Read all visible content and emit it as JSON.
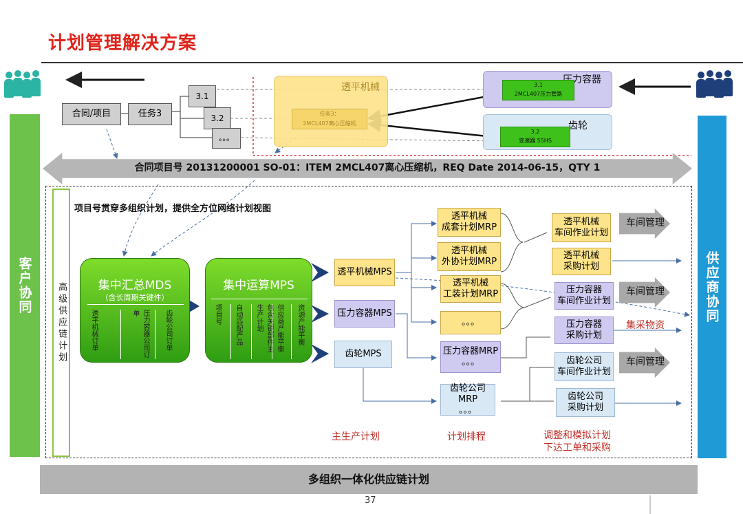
{
  "title": "计划管理解决方案",
  "left_bar": "客户协同",
  "right_bar": "供应商协同",
  "top": {
    "contract": "合同/项目",
    "task3": "任务3",
    "sub31": "3.1",
    "sub32": "3.2",
    "subdots": "。。。",
    "center_label": "透平机械",
    "center_task_l1": "任务3：",
    "center_task_l2": "2MCL407离心压缩机",
    "pressure_label": "压力容器",
    "pressure_sub_l1": "3.1",
    "pressure_sub_l2": "2MCL407压力管路",
    "gear_label": "齿轮",
    "gear_sub_l1": "3.2",
    "gear_sub_l2": "变速器 55HS"
  },
  "banner": "合同项目号 20131200001 SO-01：ITEM 2MCL407离心压缩机，REQ Date 2014-06-15，QTY 1",
  "section_note": "项目号贯穿多组织计划，提供全方位网络计划视图",
  "vertical_box": "高级供应链计划",
  "mds": {
    "title": "集中汇总MDS",
    "subtitle": "（含长周期关键件）",
    "cols": [
      "透平机械订单",
      "压力容器公司订单",
      "齿轮公司订单"
    ]
  },
  "mps_center": {
    "title": "集中运算MPS",
    "cols": [
      "项目号",
      "自动匹配产品",
      "包含关键部件主生产计划",
      "供应商产能平衡",
      "资源产能平衡"
    ]
  },
  "mps": {
    "turbine": "透平机械MPS",
    "pressure": "压力容器MPS",
    "gear": "齿轮MPS"
  },
  "mrp": {
    "t1_l1": "透平机械",
    "t1_l2": "成套计划MRP",
    "t2_l1": "透平机械",
    "t2_l2": "外协计划MRP",
    "t3_l1": "透平机械",
    "t3_l2": "工装计划MRP",
    "dots": "。。。",
    "pressure_l1": "压力容器MRP",
    "pressure_l2": "。。。",
    "gear_l1": "齿轮公司MRP",
    "gear_l2": "。。。"
  },
  "plans": {
    "p1_l1": "透平机械",
    "p1_l2": "车间作业计划",
    "p2_l1": "透平机械",
    "p2_l2": "采购计划",
    "p3_l1": "压力容器",
    "p3_l2": "车间作业计划",
    "p4_l1": "压力容器",
    "p4_l2": "采购计划",
    "p5_l1": "齿轮公司",
    "p5_l2": "车间作业计划",
    "p6_l1": "齿轮公司",
    "p6_l2": "采购计划"
  },
  "workshop": [
    "车间管理",
    "车间管理",
    "车间管理"
  ],
  "centralized": "集采物资",
  "captions": {
    "c1": "主生产计划",
    "c2": "计划排程",
    "c3_l1": "调整和模拟计划",
    "c3_l2": "下达工单和采购"
  },
  "bottom_bar": "多组织一体化供应链计划",
  "page_number": "37",
  "colors": {
    "title_red": "#e0241b",
    "left_green": "#6cc24a",
    "right_blue": "#1f9ad6",
    "people_teal": "#2bb3a3",
    "people_navy": "#1f3f7a"
  }
}
